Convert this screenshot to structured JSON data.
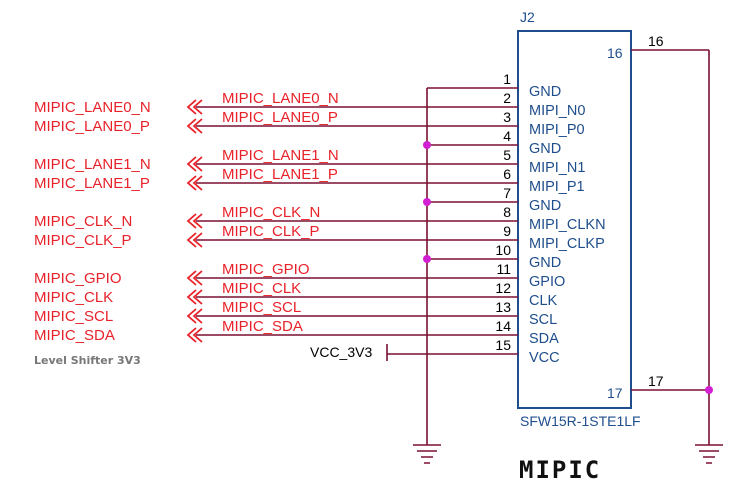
{
  "component": {
    "refdes": "J2",
    "part_number": "SFW15R-1STE1LF",
    "title": "MIPIC"
  },
  "pins": [
    {
      "num": "1",
      "name": "GND"
    },
    {
      "num": "2",
      "name": "MIPI_N0",
      "net": "MIPIC_LANE0_N",
      "port": "MIPIC_LANE0_N"
    },
    {
      "num": "3",
      "name": "MIPI_P0",
      "net": "MIPIC_LANE0_P",
      "port": "MIPIC_LANE0_P"
    },
    {
      "num": "4",
      "name": "GND"
    },
    {
      "num": "5",
      "name": "MIPI_N1",
      "net": "MIPIC_LANE1_N",
      "port": "MIPIC_LANE1_N"
    },
    {
      "num": "6",
      "name": "MIPI_P1",
      "net": "MIPIC_LANE1_P",
      "port": "MIPIC_LANE1_P"
    },
    {
      "num": "7",
      "name": "GND"
    },
    {
      "num": "8",
      "name": "MIPI_CLKN",
      "net": "MIPIC_CLK_N",
      "port": "MIPIC_CLK_N"
    },
    {
      "num": "9",
      "name": "MIPI_CLKP",
      "net": "MIPIC_CLK_P",
      "port": "MIPIC_CLK_P"
    },
    {
      "num": "10",
      "name": "GND"
    },
    {
      "num": "11",
      "name": "GPIO",
      "net": "MIPIC_GPIO",
      "port": "MIPIC_GPIO"
    },
    {
      "num": "12",
      "name": "CLK",
      "net": "MIPIC_CLK",
      "port": "MIPIC_CLK"
    },
    {
      "num": "13",
      "name": "SCL",
      "net": "MIPIC_SCL",
      "port": "MIPIC_SCL"
    },
    {
      "num": "14",
      "name": "SDA",
      "net": "MIPIC_SDA",
      "port": "MIPIC_SDA"
    },
    {
      "num": "15",
      "name": "VCC",
      "net": "VCC_3V3"
    }
  ],
  "shield_pins": {
    "top_inner": "16",
    "top_outer": "16",
    "bottom_inner": "17",
    "bottom_outer": "17"
  },
  "note": "Level Shifter 3V3",
  "colors": {
    "net_label": "#e8222a",
    "pin_name": "#1f4e8c",
    "wire": "#7a1030",
    "junction": "#d21fd2"
  }
}
